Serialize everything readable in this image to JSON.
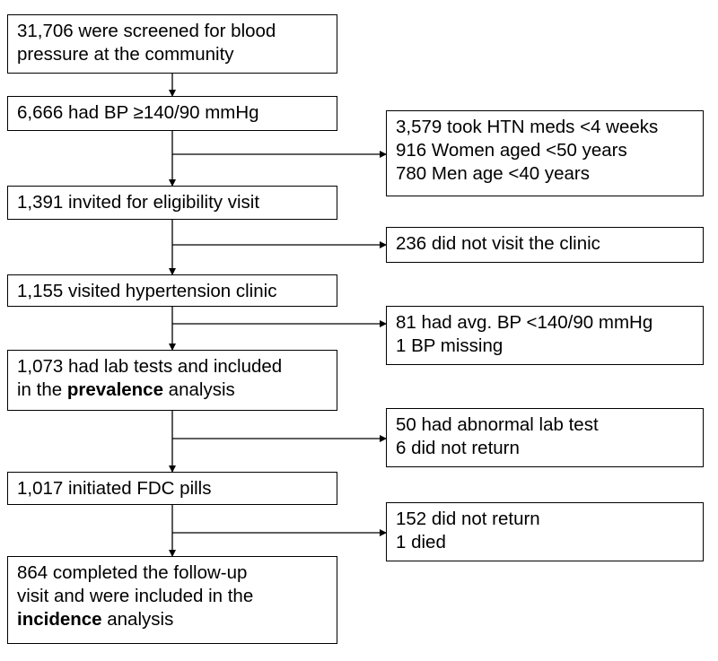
{
  "steps": {
    "screened": {
      "lines": [
        "31,706 were screened for blood",
        "pressure at the community"
      ]
    },
    "high_bp": {
      "lines": [
        "6,666 had BP ≥140/90 mmHg"
      ]
    },
    "invited": {
      "lines": [
        "1,391 invited for eligibility visit"
      ]
    },
    "visited": {
      "lines": [
        "1,155 visited hypertension clinic"
      ]
    },
    "lab_tests": {
      "line1": "1,073 had lab tests and included",
      "line2_before": "in the ",
      "line2_bold": "prevalence",
      "line2_after": " analysis"
    },
    "fdc": {
      "lines": [
        "1,017 initiated FDC pills"
      ]
    },
    "completed": {
      "line1": "864 completed the follow-up",
      "line2": "visit and were included in the",
      "line3_bold": "incidence",
      "line3_after": " analysis"
    }
  },
  "exclusions": {
    "after_high_bp": {
      "lines": [
        "3,579 took HTN meds <4 weeks",
        "916 Women aged <50 years",
        "780 Men age <40 years"
      ]
    },
    "after_invited": {
      "lines": [
        "236 did not visit the clinic"
      ]
    },
    "after_visited": {
      "lines": [
        "81 had avg. BP <140/90 mmHg",
        "1 BP missing"
      ]
    },
    "after_lab": {
      "lines": [
        "50 had abnormal lab test",
        "6 did not return"
      ]
    },
    "after_fdc": {
      "lines": [
        "152 did not return",
        "1 died"
      ]
    }
  }
}
